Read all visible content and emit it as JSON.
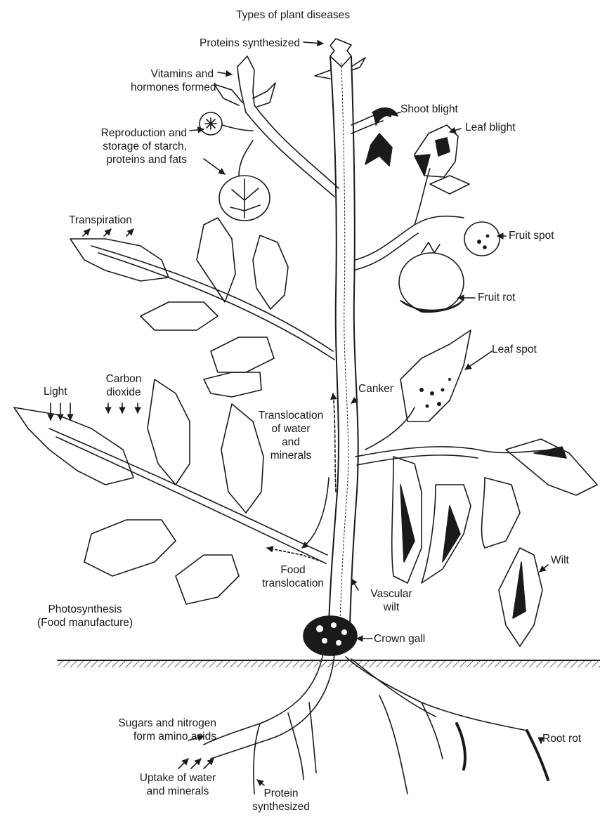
{
  "title": "Types of plant diseases",
  "labels": {
    "proteins_synthesized": "Proteins synthesized",
    "vitamins_line1": "Vitamins and",
    "vitamins_line2": "hormones formed",
    "repro_line1": "Reproduction and",
    "repro_line2": "storage of starch,",
    "repro_line3": "proteins and fats",
    "transpiration": "Transpiration",
    "light": "Light",
    "carbon_line1": "Carbon",
    "carbon_line2": "dioxide",
    "transloc_line1": "Translocation",
    "transloc_line2": "of water",
    "transloc_line3": "and",
    "transloc_line4": "minerals",
    "food_line1": "Food",
    "food_line2": "translocation",
    "photo_line1": "Photosynthesis",
    "photo_line2": "(Food manufacture)",
    "sugars_line1": "Sugars and nitrogen",
    "sugars_line2": "form amino acids",
    "uptake_line1": "Uptake of water",
    "uptake_line2": "and minerals",
    "protein_line1": "Protein",
    "protein_line2": "synthesized",
    "shoot_blight": "Shoot blight",
    "leaf_blight": "Leaf blight",
    "fruit_spot": "Fruit spot",
    "fruit_rot": "Fruit rot",
    "leaf_spot": "Leaf spot",
    "canker": "Canker",
    "wilt": "Wilt",
    "vascular_line1": "Vascular",
    "vascular_line2": "wilt",
    "crown_gall": "Crown gall",
    "root_rot": "Root rot"
  },
  "colors": {
    "ink": "#1a1a1a",
    "paper": "#ffffff"
  }
}
